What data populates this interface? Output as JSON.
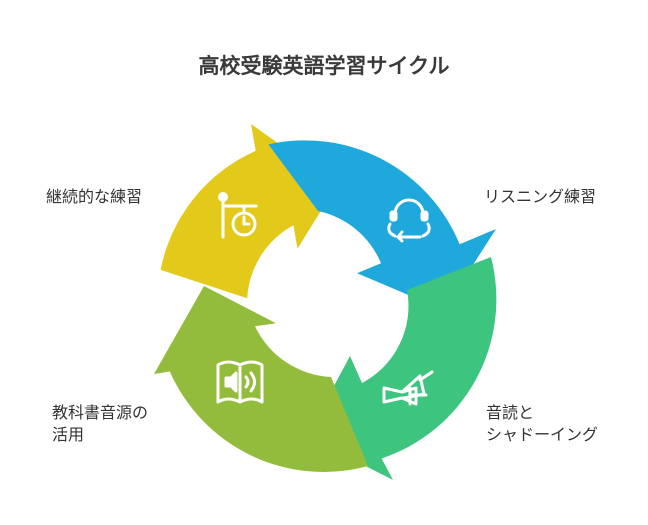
{
  "title": "高校受験英語学習サイクル",
  "colors": {
    "yellow": "#E3C91A",
    "blue": "#1FA8DC",
    "green": "#3DC47E",
    "olive": "#93BC3C",
    "icon": "#ffffff"
  },
  "segments": [
    {
      "key": "listening",
      "label_lines": [
        "リスニング練習"
      ],
      "icon": "headphones-cycle-icon",
      "color": "blue"
    },
    {
      "key": "shadowing",
      "label_lines": [
        "音読と",
        "シャドーイング"
      ],
      "icon": "megaphone-book-icon",
      "color": "green"
    },
    {
      "key": "textbook",
      "label_lines": [
        "教科書音源の",
        "活用"
      ],
      "icon": "audio-book-icon",
      "color": "olive"
    },
    {
      "key": "continuous",
      "label_lines": [
        "継続的な練習"
      ],
      "icon": "stopwatch-sign-icon",
      "color": "yellow"
    }
  ]
}
